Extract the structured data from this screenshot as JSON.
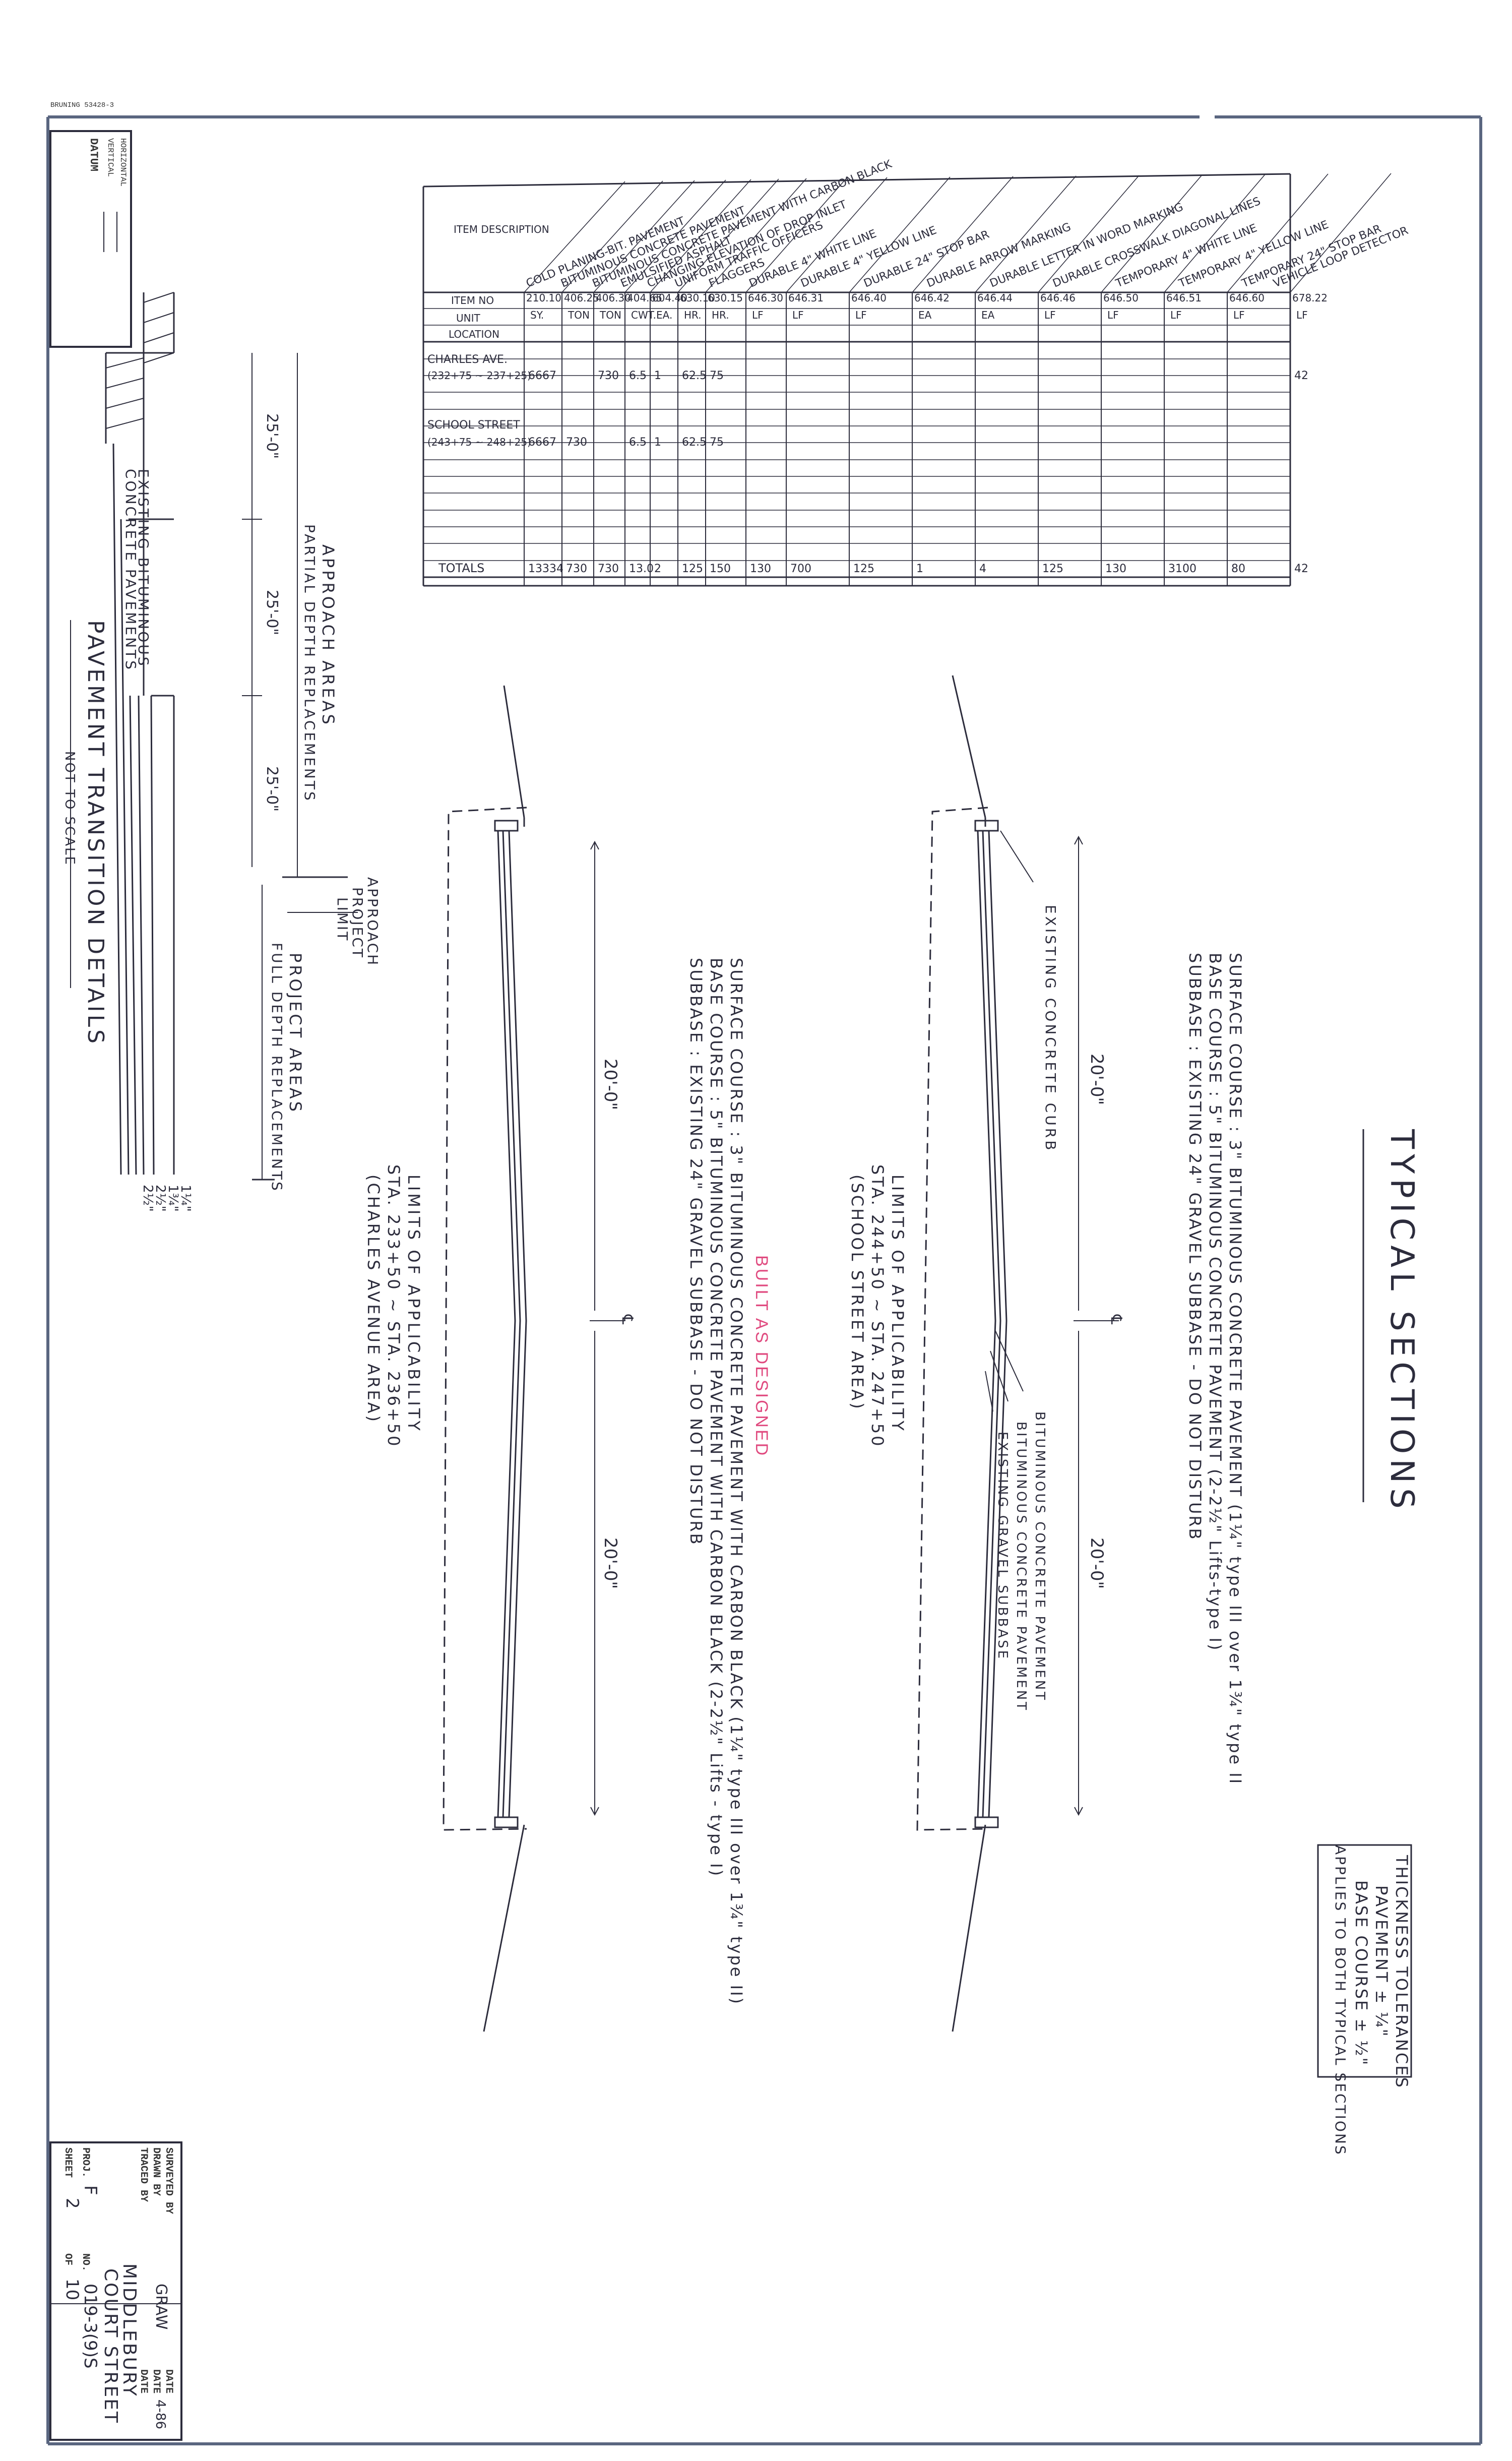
{
  "stamp": "BRUNING 53428-3",
  "datum": {
    "title": "DATUM",
    "vertical": "VERTICAL",
    "horizontal": "HORIZONTAL"
  },
  "sheet_title": "TYPICAL SECTIONS",
  "built_stamp": "BUILT AS DESIGNED",
  "quantities": {
    "header_label": "ITEM DESCRIPTION",
    "row_labels": {
      "item_no": "ITEM NO",
      "unit": "UNIT",
      "location": "LOCATION"
    },
    "items": [
      {
        "desc": "COLD PLANING-BIT. PAVEMENT",
        "no": "210.10",
        "unit": "SY."
      },
      {
        "desc": "BITUMINOUS CONCRETE PAVEMENT",
        "no": "406.25",
        "unit": "TON"
      },
      {
        "desc": "BITUMINOUS CONCRETE PAVEMENT WITH CARBON BLACK",
        "no": "406.30",
        "unit": "TON"
      },
      {
        "desc": "EMULSIFIED ASPHALT",
        "no": "404.65",
        "unit": "CWT."
      },
      {
        "desc": "CHANGING ELEVATION OF DROP INLET",
        "no": "604.40",
        "unit": "EA."
      },
      {
        "desc": "UNIFORM TRAFFIC OFFICERS",
        "no": "630.10",
        "unit": "HR."
      },
      {
        "desc": "FLAGGERS",
        "no": "630.15",
        "unit": "HR."
      },
      {
        "desc": "DURABLE 4\" WHITE LINE",
        "no": "646.30",
        "unit": "LF"
      },
      {
        "desc": "DURABLE 4\" YELLOW LINE",
        "no": "646.31",
        "unit": "LF"
      },
      {
        "desc": "DURABLE 24\" STOP BAR",
        "no": "646.40",
        "unit": "LF"
      },
      {
        "desc": "DURABLE ARROW MARKING",
        "no": "646.42",
        "unit": "EA"
      },
      {
        "desc": "DURABLE LETTER IN WORD MARKING",
        "no": "646.44",
        "unit": "EA"
      },
      {
        "desc": "DURABLE CROSSWALK DIAGONAL LINES",
        "no": "646.46",
        "unit": "LF"
      },
      {
        "desc": "TEMPORARY 4\" WHITE LINE",
        "no": "646.50",
        "unit": "LF"
      },
      {
        "desc": "TEMPORARY 4\" YELLOW LINE",
        "no": "646.51",
        "unit": "LF"
      },
      {
        "desc": "TEMPORARY 24\" STOP BAR",
        "no": "646.60",
        "unit": "LF"
      },
      {
        "desc": "VEHICLE LOOP DETECTOR",
        "no": "678.22",
        "unit": "LF"
      }
    ],
    "rows": [
      {
        "loc1": "CHARLES AVE.",
        "loc2": "(232+75 ~ 237+25)",
        "vals": [
          "6667",
          "",
          "730",
          "6.5",
          "1",
          "62.5",
          "75",
          "",
          "",
          "",
          "",
          "",
          "",
          "",
          "",
          "",
          "42"
        ]
      },
      {
        "loc1": "SCHOOL STREET",
        "loc2": "(243+75 ~ 248+25)",
        "vals": [
          "6667",
          "730",
          "",
          "6.5",
          "1",
          "62.5",
          "75",
          "",
          "",
          "",
          "",
          "",
          "",
          "",
          "",
          "",
          ""
        ]
      }
    ],
    "totals": {
      "label": "TOTALS",
      "vals": [
        "13334",
        "730",
        "730",
        "13.0",
        "2",
        "125",
        "150",
        "130",
        "700",
        "125",
        "1",
        "4",
        "125",
        "130",
        "3100",
        "80",
        "42"
      ]
    }
  },
  "school_section": {
    "width_left": "20'-0\"",
    "width_right": "20'-0\"",
    "cl": "℄",
    "curb_label": "EXISTING CONCRETE CURB",
    "layer_labels": [
      "BITUMINOUS CONCRETE PAVEMENT",
      "BITUMINOUS CONCRETE PAVEMENT",
      "EXISTING GRAVEL SUBBASE"
    ],
    "limits": [
      "LIMITS OF APPLICABILITY",
      "STA. 244+50 ~ STA. 247+50",
      "(SCHOOL STREET AREA)"
    ]
  },
  "school_notes": {
    "surface": "SURFACE COURSE :  3\" BITUMINOUS CONCRETE PAVEMENT (1¼\" type III over 1¾\" type II",
    "base": "BASE COURSE :  5\" BITUMINOUS CONCRETE PAVEMENT (2-2½\" Lifts-type I)",
    "subbase": "SUBBASE :  EXISTING 24\" GRAVEL SUBBASE - DO NOT DISTURB"
  },
  "charles_section": {
    "width_left": "20'-0\"",
    "width_right": "20'-0\"",
    "cl": "℄",
    "limits": [
      "LIMITS OF APPLICABILITY",
      "STA. 233+50 ~ STA. 236+50",
      "(CHARLES AVENUE AREA)"
    ]
  },
  "charles_notes": {
    "surface": "SURFACE COURSE :  3\" BITUMINOUS CONCRETE PAVEMENT WITH CARBON BLACK (1¼\" type III over 1¾\" type II)",
    "base": "BASE COURSE :  5\" BITUMINOUS CONCRETE PAVEMENT WITH CARBON BLACK (2-2½\" Lifts - type I)",
    "subbase": "SUBBASE :  EXISTING 24\" GRAVEL SUBBASE - DO NOT DISTURB"
  },
  "tolerances": {
    "title": "THICKNESS TOLERANCES",
    "pavement": "PAVEMENT ± ¼\"",
    "base": "BASE COURSE ± ½\"",
    "applies": "APPLIES TO BOTH TYPICAL SECTIONS"
  },
  "transition": {
    "title": "PAVEMENT TRANSITION DETAILS",
    "scale": "NOT TO SCALE",
    "existing": [
      "EXISTING BITUMINOUS",
      "CONCRETE PAVEMENTS"
    ],
    "dims": [
      "25'-0\"",
      "25'-0\"",
      "25'-0\""
    ],
    "approach_areas": [
      "APPROACH AREAS",
      "PARTIAL DEPTH REPLACEMENTS"
    ],
    "approach_limit": [
      "APPROACH",
      "PROJECT",
      "LIMIT"
    ],
    "project_areas": [
      "PROJECT AREAS",
      "FULL DEPTH REPLACEMENTS"
    ],
    "thicknesses": [
      "1¼\"",
      "1¾\"",
      "2½\"",
      "2½\""
    ]
  },
  "title_block": {
    "surveyed_by": "SURVEYED BY",
    "drawn_by": "DRAWN BY",
    "traced_by": "TRACED BY",
    "date": "DATE",
    "drawn_name": "GRAW",
    "drawn_date": "4-86",
    "town": "MIDDLEBURY",
    "street": "COURT STREET",
    "proj_label": "PROJ.",
    "proj_no_label": "NO.",
    "proj_prefix": "F",
    "proj_number": "019-3(9)S",
    "sheet_label": "SHEET",
    "sheet_no": "2",
    "of_label": "OF",
    "sheet_total": "10"
  }
}
